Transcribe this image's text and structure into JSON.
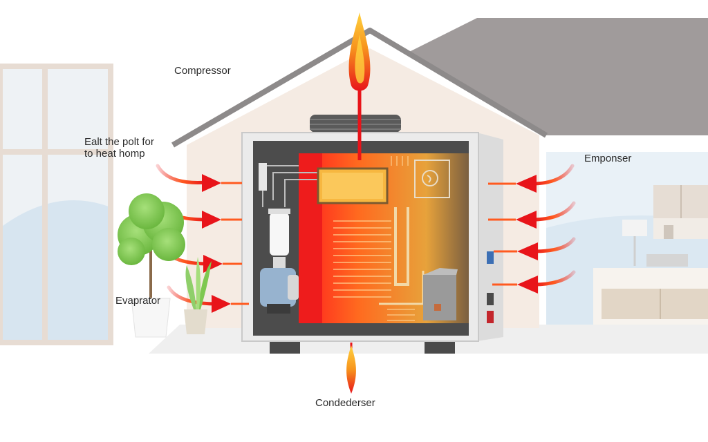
{
  "labels": {
    "compressor": "Compressor",
    "note_line1": "Ealt the polt for",
    "note_line2": "to heat homp",
    "enponser": "Emponser",
    "evaporator": "Evaprator",
    "condenser": "Condederser"
  },
  "colors": {
    "arrow_red": "#e8141a",
    "flame_orange": "#f7941d",
    "flame_yellow": "#ffd23f",
    "roof": "#9e9a9a",
    "wall": "#f4e9e1",
    "unit_casing": "#ebebeb",
    "unit_interior": "#4a4a4a",
    "tree_green": "#7ec850",
    "sky_blue": "#cfe0ee"
  }
}
